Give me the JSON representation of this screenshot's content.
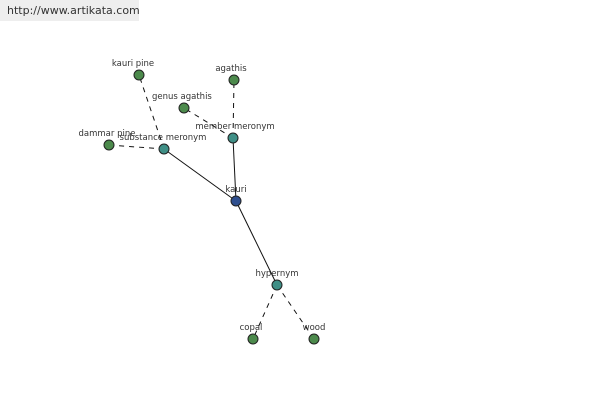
{
  "header": {
    "url": "http://www.artikata.com"
  },
  "colors": {
    "root_node": "#2f4f8f",
    "relation_node": "#3f8f86",
    "leaf_node": "#4c8a4c",
    "node_stroke": "#222222",
    "edge": "#111111",
    "label": "#333333"
  },
  "graph": {
    "root": "kauri",
    "nodes": [
      {
        "id": "kauri",
        "label": "kauri",
        "kind": "root"
      },
      {
        "id": "hypernym",
        "label": "hypernym",
        "kind": "relation"
      },
      {
        "id": "member-meronym",
        "label": "member meronym",
        "kind": "relation"
      },
      {
        "id": "substance-meronym",
        "label": "substance meronym",
        "kind": "relation"
      },
      {
        "id": "copal",
        "label": "copal",
        "kind": "leaf"
      },
      {
        "id": "wood",
        "label": "wood",
        "kind": "leaf"
      },
      {
        "id": "agathis",
        "label": "agathis",
        "kind": "leaf"
      },
      {
        "id": "genus-agathis",
        "label": "genus agathis",
        "kind": "leaf"
      },
      {
        "id": "kauri-pine",
        "label": "kauri pine",
        "kind": "leaf"
      },
      {
        "id": "dammar-pine",
        "label": "dammar pine",
        "kind": "leaf"
      }
    ],
    "edges": [
      {
        "from": "kauri",
        "to": "hypernym",
        "style": "solid"
      },
      {
        "from": "kauri",
        "to": "member-meronym",
        "style": "solid"
      },
      {
        "from": "kauri",
        "to": "substance-meronym",
        "style": "solid"
      },
      {
        "from": "hypernym",
        "to": "copal",
        "style": "dashed"
      },
      {
        "from": "hypernym",
        "to": "wood",
        "style": "dashed"
      },
      {
        "from": "member-meronym",
        "to": "agathis",
        "style": "dashed"
      },
      {
        "from": "member-meronym",
        "to": "genus-agathis",
        "style": "dashed"
      },
      {
        "from": "substance-meronym",
        "to": "kauri-pine",
        "style": "dashed"
      },
      {
        "from": "substance-meronym",
        "to": "dammar-pine",
        "style": "dashed"
      }
    ]
  }
}
